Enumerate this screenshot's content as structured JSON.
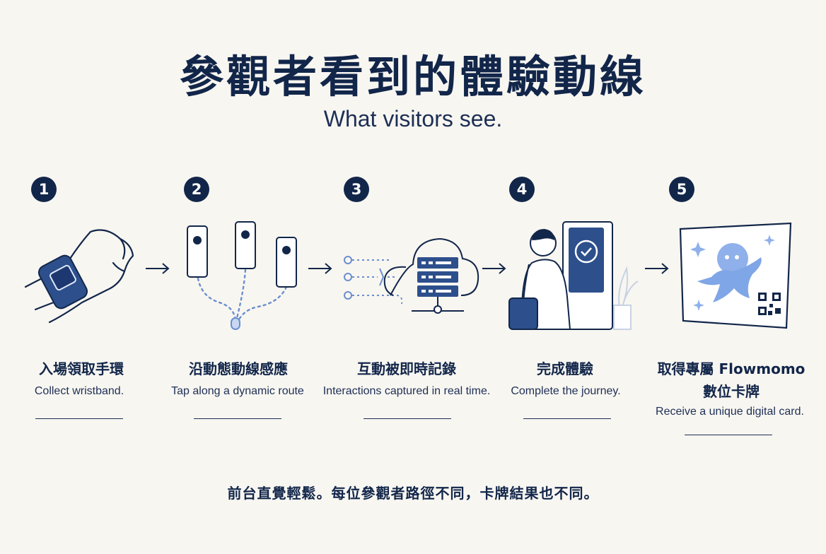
{
  "header": {
    "title": "參觀者看到的體驗動線",
    "subtitle": "What visitors see."
  },
  "steps": [
    {
      "number": "1",
      "title": "入場領取手環",
      "desc": "Collect wristband.",
      "icon": "wristband-icon"
    },
    {
      "number": "2",
      "title": "沿動態動線感應",
      "desc": "Tap along a dynamic route",
      "icon": "sensor-tags-icon"
    },
    {
      "number": "3",
      "title": "互動被即時記錄",
      "desc": "Interactions captured in real time.",
      "icon": "cloud-server-icon"
    },
    {
      "number": "4",
      "title": "完成體驗",
      "desc": "Complete the journey.",
      "icon": "visitor-kiosk-icon"
    },
    {
      "number": "5",
      "title_line1": "取得專屬 Flowmomo",
      "title_line2": "數位卡牌",
      "desc": "Receive a unique digital card.",
      "icon": "digital-card-icon"
    }
  ],
  "footer": {
    "text": "前台直覺輕鬆。每位參觀者路徑不同，卡牌結果也不同。"
  },
  "colors": {
    "navy": "#12264a",
    "background": "#f8f6f1",
    "accent_blue": "#7fa6e6",
    "dot_blue": "#6b8fcf"
  }
}
